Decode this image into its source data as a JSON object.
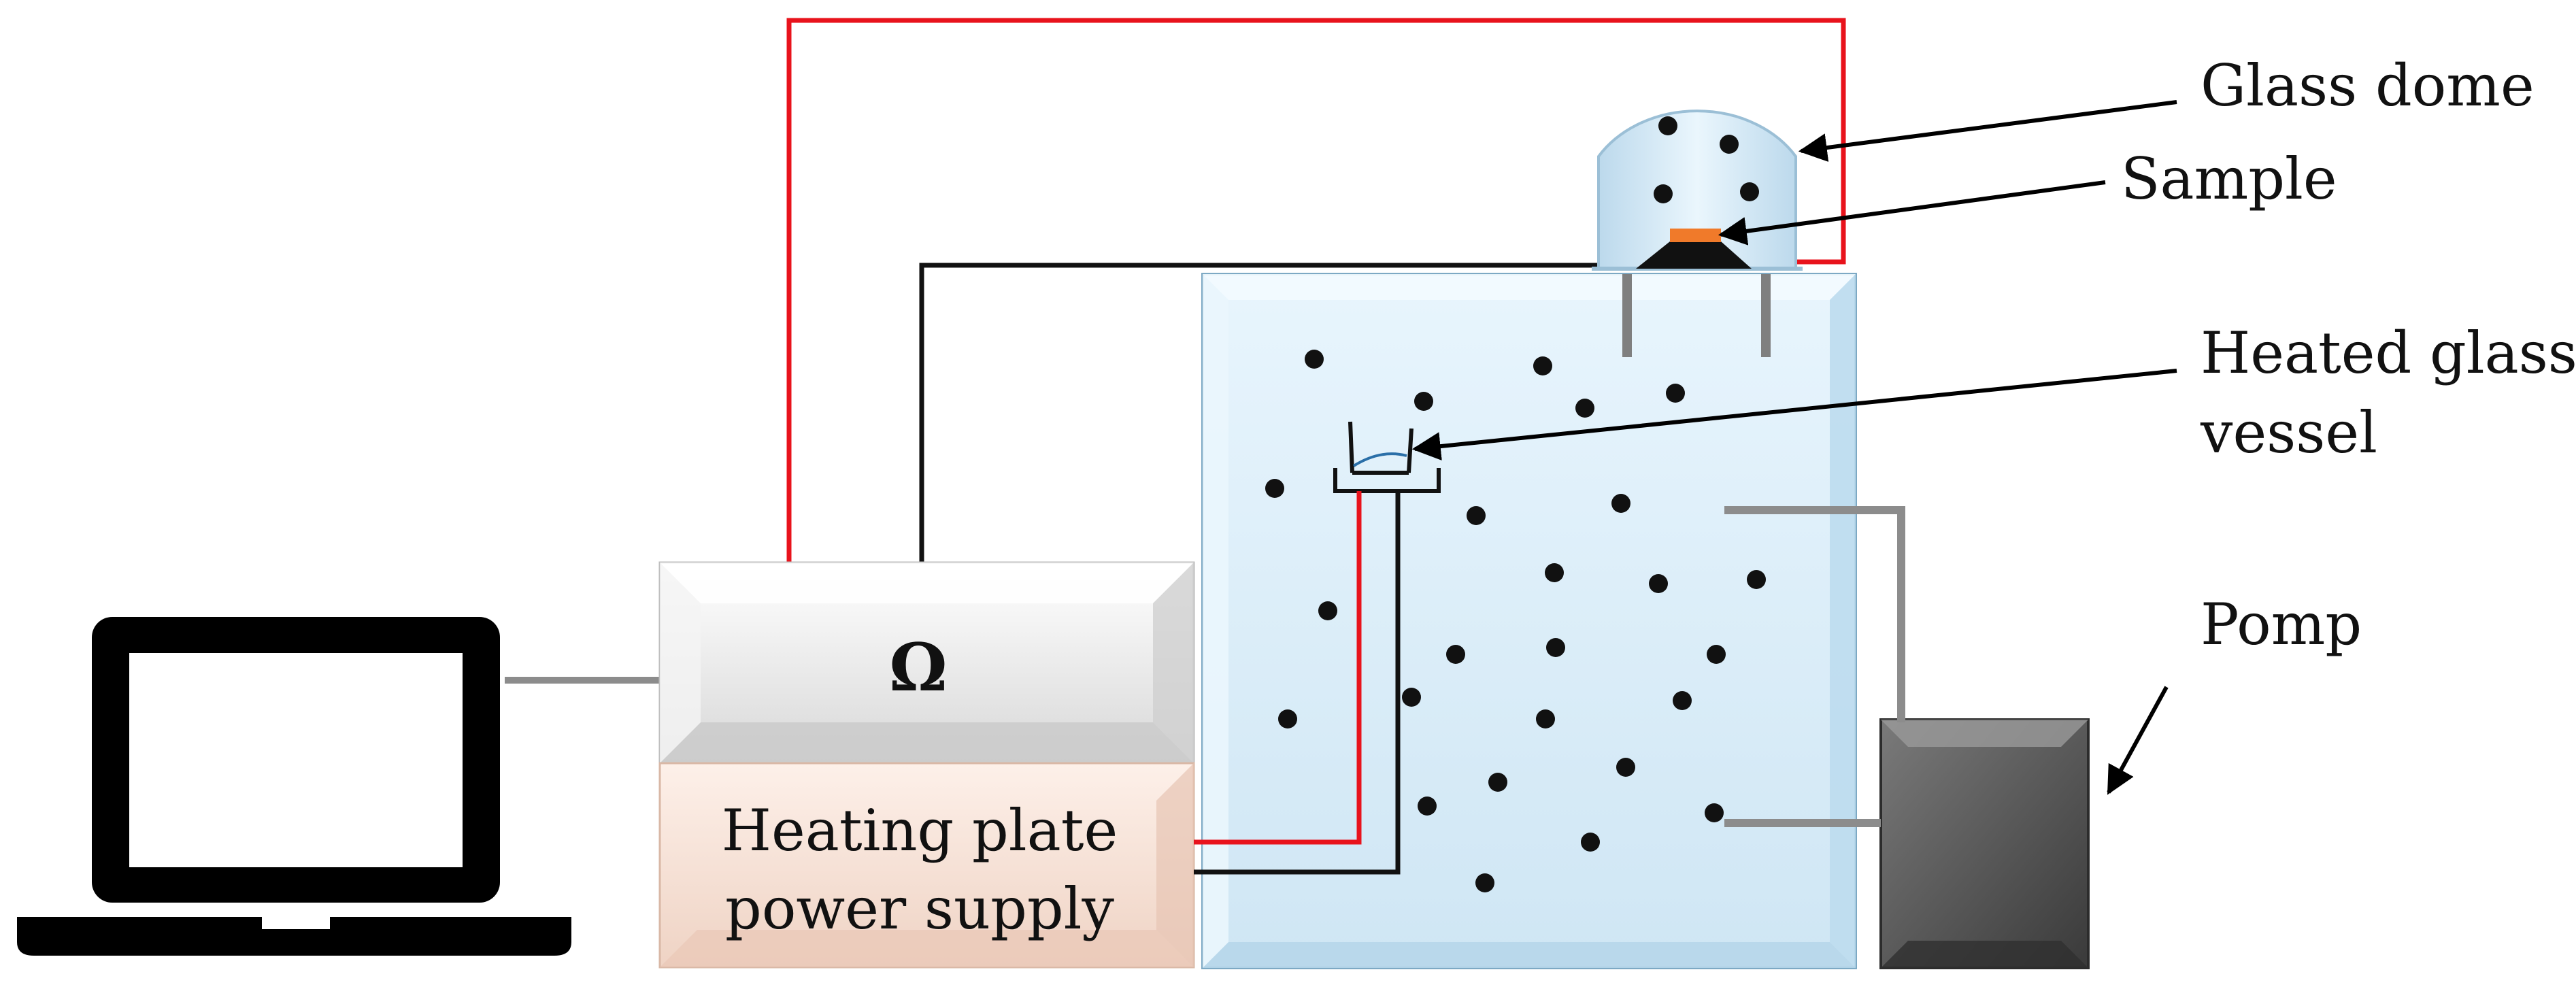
{
  "labels": {
    "ohm_symbol": "Ω",
    "power_supply_line1": "Heating plate",
    "power_supply_line2": "power supply",
    "glass_dome": "Glass dome",
    "sample": "Sample",
    "heated_vessel_line1": "Heated glass",
    "heated_vessel_line2": "vessel",
    "pump": "Pomp"
  },
  "colors": {
    "red_wire": "#e8131c",
    "black_wire": "#111111",
    "gray_connector": "#8c8c8c",
    "chamber_fill": "#dff0fa",
    "dome_fill": "#d6ecf8",
    "meter_fill": "#e9e9e9",
    "supply_fill": "#f8e3d8",
    "pump_fill": "#555555",
    "sample_fill": "#f07a2a",
    "laptop": "#000000"
  },
  "icons": {
    "laptop": "laptop-icon",
    "meter": "ohmmeter-box"
  }
}
